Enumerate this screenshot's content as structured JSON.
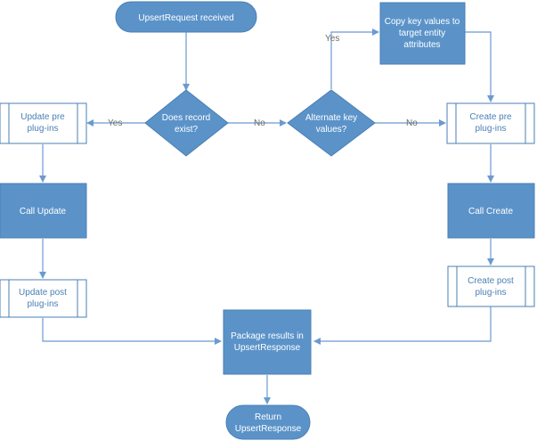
{
  "nodes": {
    "start": "UpsertRequest received",
    "does_record_exist": [
      "Does record",
      "exist?"
    ],
    "alternate_key": [
      "Alternate key",
      "values?"
    ],
    "copy_key": [
      "Copy key values to",
      "target entity",
      "attributes"
    ],
    "update_pre": [
      "Update pre",
      "plug-ins"
    ],
    "create_pre": [
      "Create pre",
      "plug-ins"
    ],
    "call_update": "Call Update",
    "call_create": "Call Create",
    "update_post": [
      "Update post",
      "plug-ins"
    ],
    "create_post": [
      "Create post",
      "plug-ins"
    ],
    "package": [
      "Package results in",
      "UpsertResponse"
    ],
    "end": [
      "Return",
      "UpsertResponse"
    ]
  },
  "edges": {
    "yes_update": "Yes",
    "no_alternate": "No",
    "no_create": "No",
    "yes_copy": "Yes"
  },
  "colors": {
    "fill": "#5b93c9",
    "stroke": "#4a7fb5",
    "edge": "#6a9bd0",
    "subprocess_fill": "#ffffff"
  }
}
